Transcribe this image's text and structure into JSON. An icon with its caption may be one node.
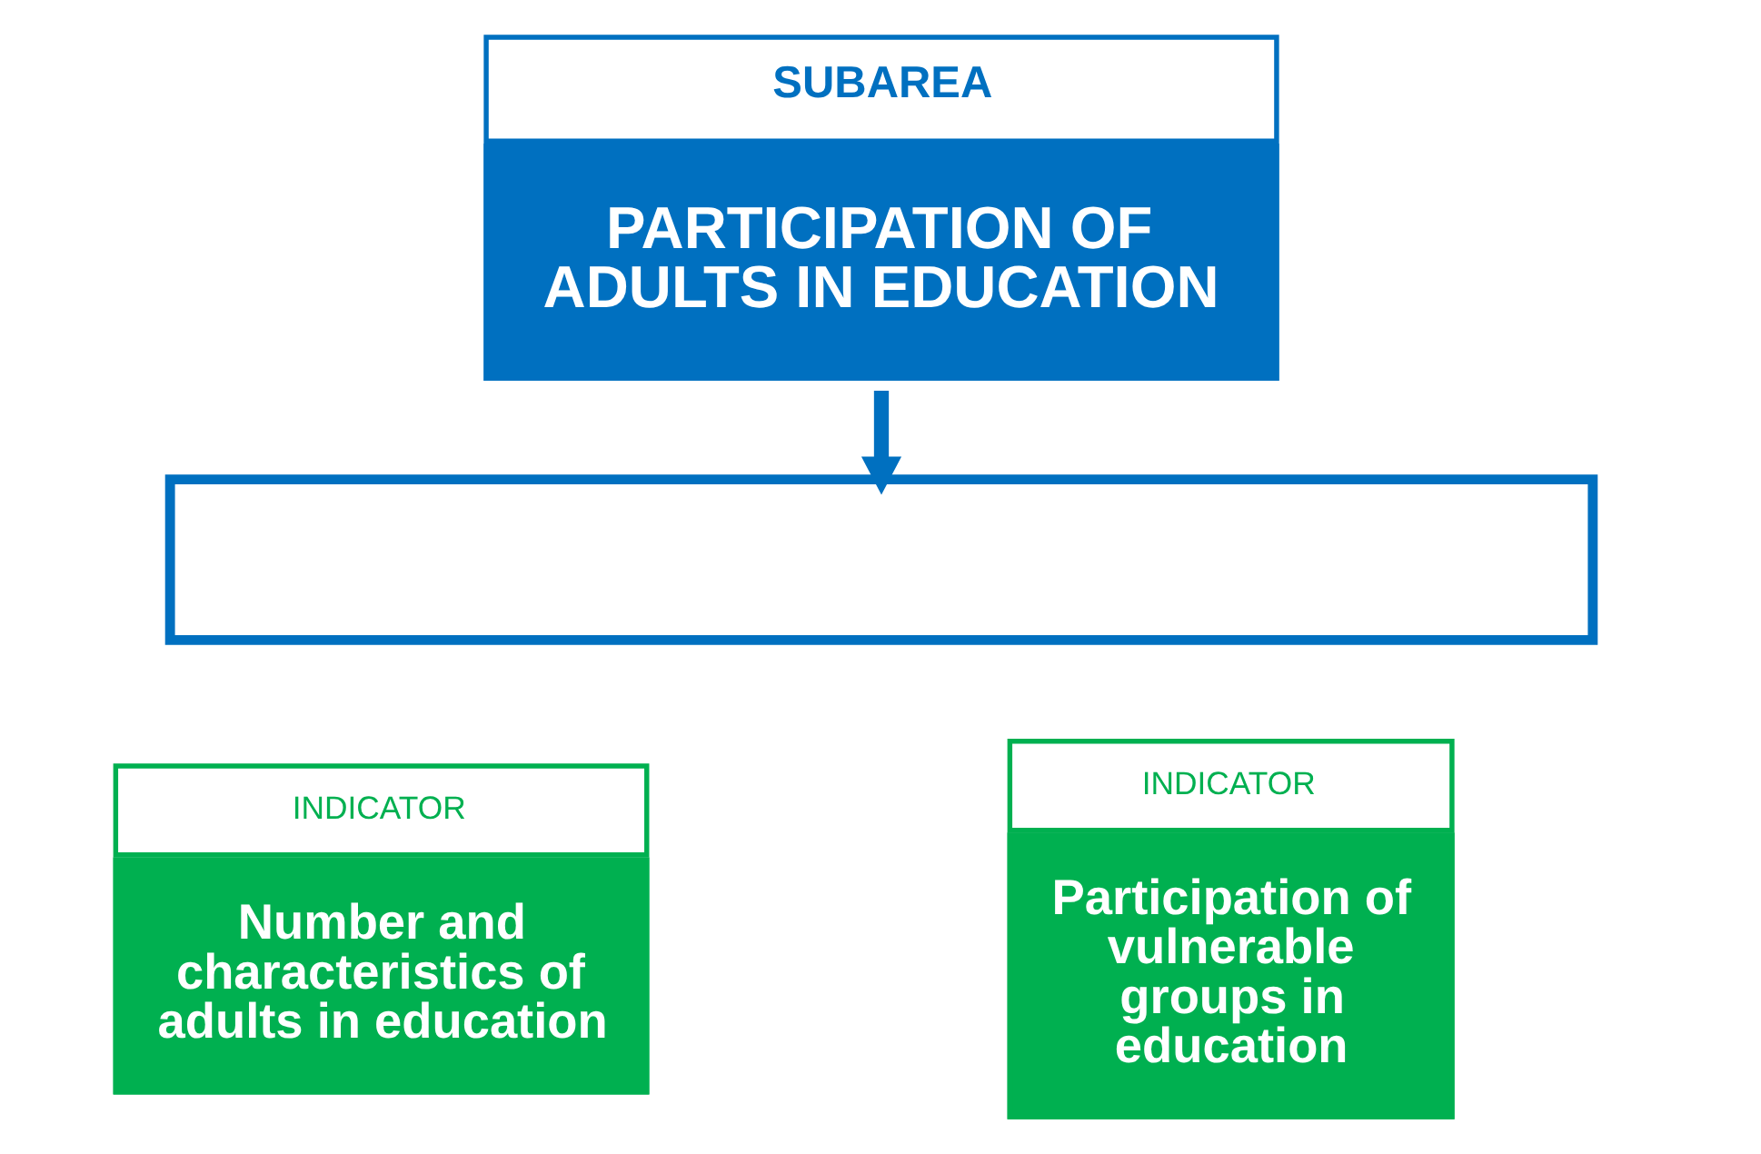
{
  "diagram": {
    "nodes": [
      {
        "text": [
          "SUBAREA",
          "PARTICIPATION OF ADULTS IN EDUCATION"
        ]
      },
      {
        "text": [],
        "shape": "box"
      },
      {
        "text": [
          "INDICATOR",
          "Number and characteristics of adults in education"
        ]
      },
      {
        "text": [
          "INDICATOR",
          "Participation of vulnerable groups in education"
        ]
      }
    ],
    "edges": [
      {
        "from": 0,
        "to": 1,
        "arrow": "to"
      }
    ]
  }
}
